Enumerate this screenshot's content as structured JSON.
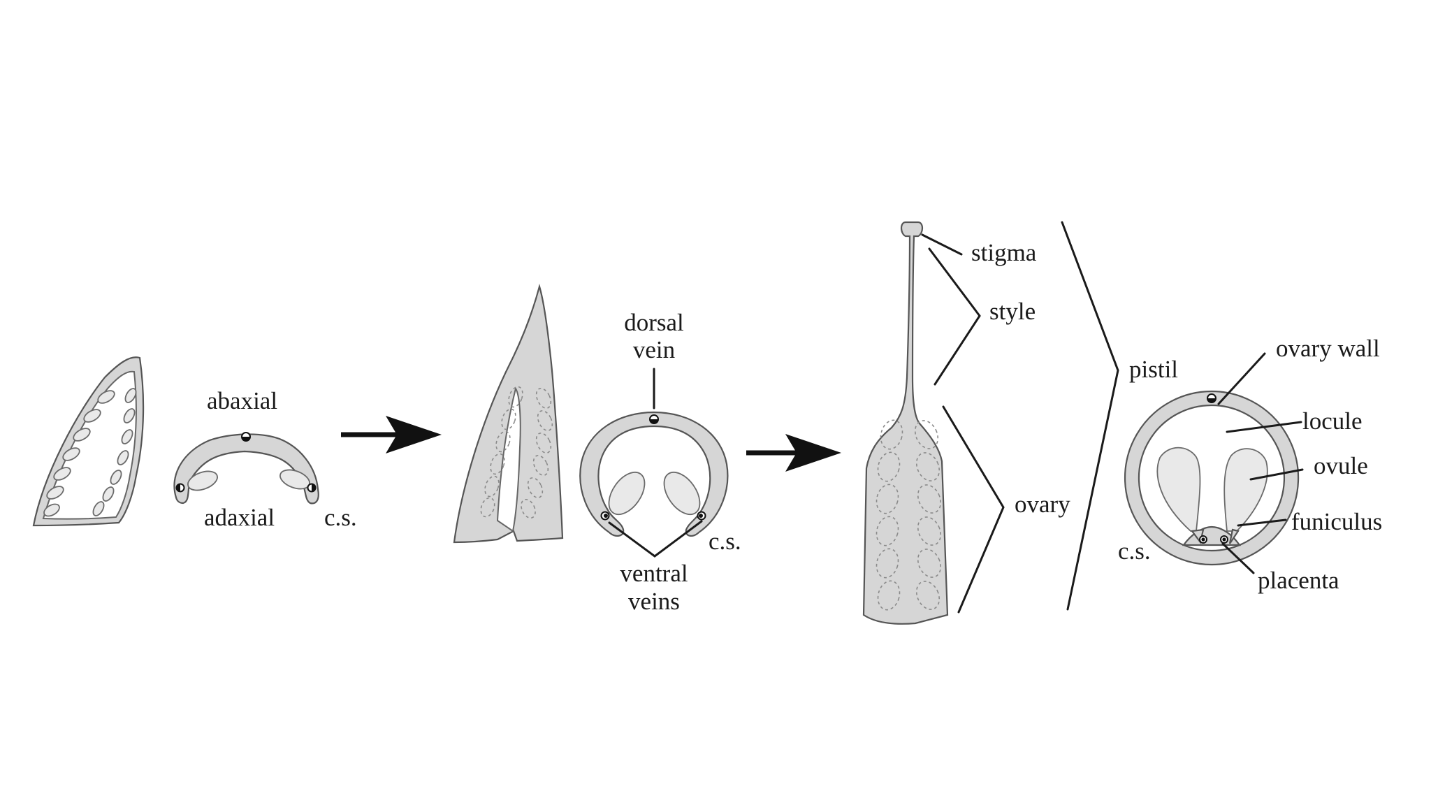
{
  "labels": {
    "abaxial": "abaxial",
    "adaxial": "adaxial",
    "cs1": "c.s.",
    "dorsal_vein_line1": "dorsal",
    "dorsal_vein_line2": "vein",
    "ventral_veins_line1": "ventral",
    "ventral_veins_line2": "veins",
    "cs2": "c.s.",
    "stigma": "stigma",
    "style": "style",
    "ovary": "ovary",
    "pistil": "pistil",
    "ovary_wall": "ovary wall",
    "locule": "locule",
    "ovule": "ovule",
    "funiculus": "funiculus",
    "cs3": "c.s.",
    "placenta": "placenta"
  },
  "colors": {
    "tissue": "#d6d6d6",
    "outline": "#555555",
    "text": "#1a1a1a"
  }
}
